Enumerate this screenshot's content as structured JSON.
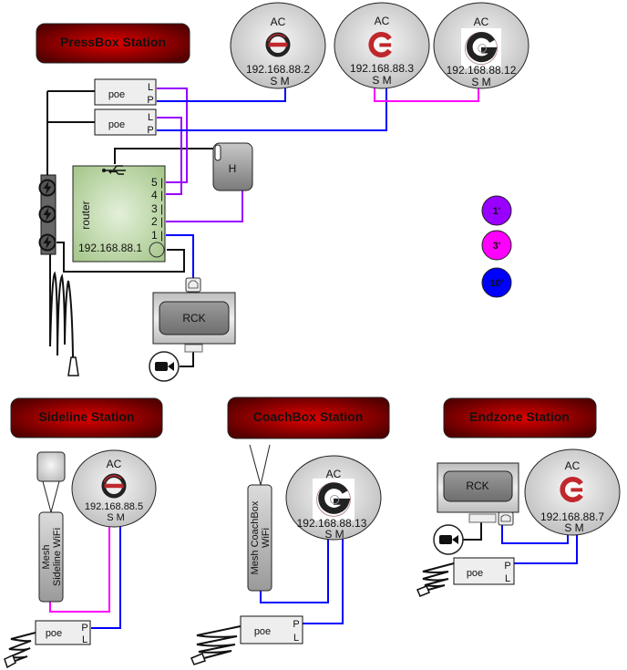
{
  "stations": {
    "pressbox": {
      "title": "PressBox Station"
    },
    "sideline": {
      "title": "Sideline Station"
    },
    "coachbox": {
      "title": "CoachBox Station"
    },
    "endzone": {
      "title": "Endzone Station"
    }
  },
  "access_points": [
    {
      "label": "AC",
      "ip": "192.168.88.2",
      "ports": "S M"
    },
    {
      "label": "AC",
      "ip": "192.168.88.3",
      "ports": "S M"
    },
    {
      "label": "AC",
      "ip": "192.168.88.12",
      "ports": "S M"
    },
    {
      "label": "AC",
      "ip": "192.168.88.5",
      "ports": "S M"
    },
    {
      "label": "AC",
      "ip": "192.168.88.13",
      "ports": "S M"
    },
    {
      "label": "AC",
      "ip": "192.168.88.7",
      "ports": "S M"
    }
  ],
  "poe": [
    {
      "label": "poe",
      "port_top": "L",
      "port_bottom": "P"
    },
    {
      "label": "poe",
      "port_top": "L",
      "port_bottom": "P"
    },
    {
      "label": "poe",
      "port_top": "P",
      "port_bottom": "L"
    },
    {
      "label": "poe",
      "port_top": "P",
      "port_bottom": "L"
    },
    {
      "label": "poe",
      "port_top": "P",
      "port_bottom": "L"
    }
  ],
  "router": {
    "label": "router",
    "ip": "192.168.88.1",
    "ports": [
      "5 |",
      "4 |",
      "3 |",
      "2 |",
      "1 |"
    ]
  },
  "hub": {
    "label": "H"
  },
  "rck": [
    {
      "label": "RCK"
    },
    {
      "label": "RCK"
    }
  ],
  "mesh": [
    {
      "line1": "Mesh",
      "line2": "Sideline  WiFi"
    },
    {
      "line1": "Mesh CoachBox",
      "line2": "WiFi"
    }
  ],
  "legend": [
    {
      "label": "1'",
      "color": "#9900ff"
    },
    {
      "label": "3'",
      "color": "#ff00ff"
    },
    {
      "label": "10'",
      "color": "#0000ff"
    }
  ],
  "colors": {
    "cable_1ft": "#9900ff",
    "cable_3ft": "#ff00ff",
    "cable_10ft": "#0000ff",
    "station_header": "#cc0000",
    "router_fill": "#c4dcb0"
  }
}
